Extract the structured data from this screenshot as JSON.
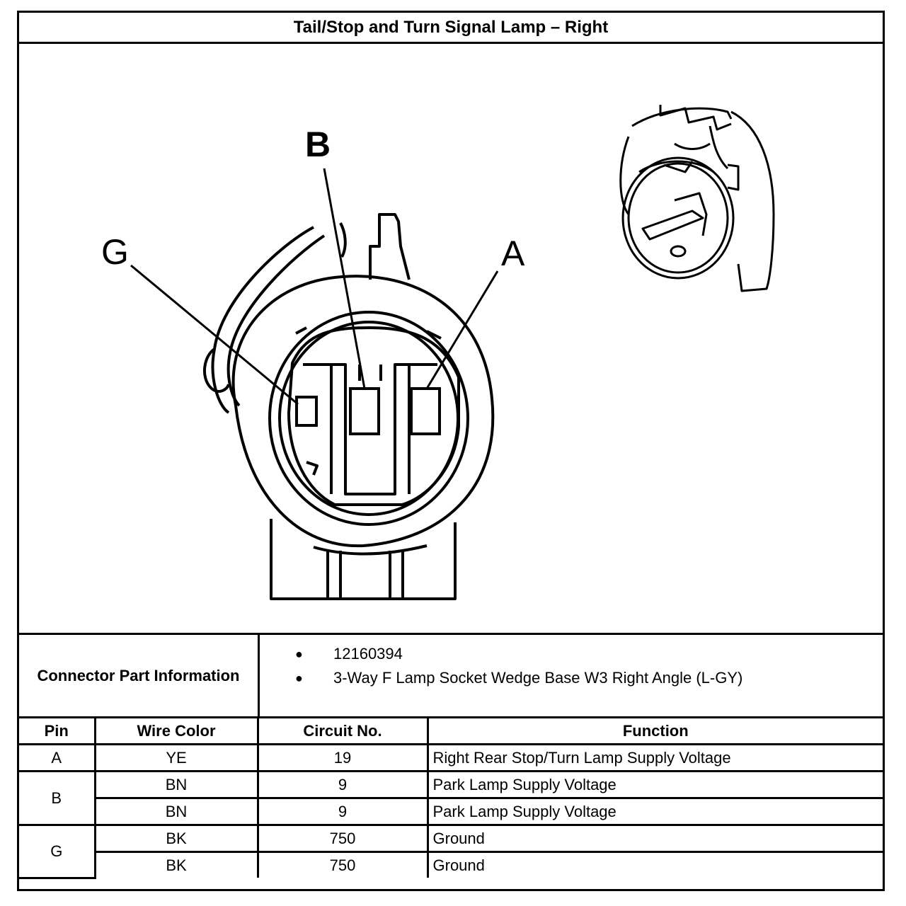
{
  "title": "Tail/Stop and Turn Signal Lamp – Right",
  "pin_labels": {
    "b": "B",
    "g": "G",
    "a": "A"
  },
  "part_info": {
    "label": "Connector Part Information",
    "items": [
      "12160394",
      "3-Way F Lamp Socket Wedge Base W3 Right Angle (L-GY)"
    ]
  },
  "table": {
    "headers": {
      "pin": "Pin",
      "wire_color": "Wire Color",
      "circuit": "Circuit No.",
      "function": "Function"
    },
    "rows": [
      {
        "pin": "A",
        "wire_color": "YE",
        "circuit": "19",
        "function": "Right Rear Stop/Turn Lamp Supply Voltage"
      },
      {
        "pin": "B",
        "wire_color": "BN",
        "circuit": "9",
        "function": "Park Lamp Supply Voltage"
      },
      {
        "pin": "",
        "wire_color": "BN",
        "circuit": "9",
        "function": "Park Lamp Supply Voltage"
      },
      {
        "pin": "G",
        "wire_color": "BK",
        "circuit": "750",
        "function": "Ground"
      },
      {
        "pin": "",
        "wire_color": "BK",
        "circuit": "750",
        "function": "Ground"
      }
    ]
  }
}
